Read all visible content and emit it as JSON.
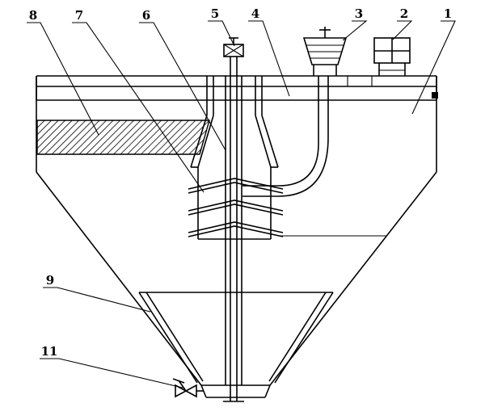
{
  "figure": {
    "background": "#ffffff",
    "line_color": "#000000",
    "labels": {
      "n1": "1",
      "n2": "2",
      "n3": "3",
      "n4": "4",
      "n5": "5",
      "n6": "6",
      "n7": "7",
      "n8": "8",
      "n9": "9",
      "n11": "11"
    }
  }
}
